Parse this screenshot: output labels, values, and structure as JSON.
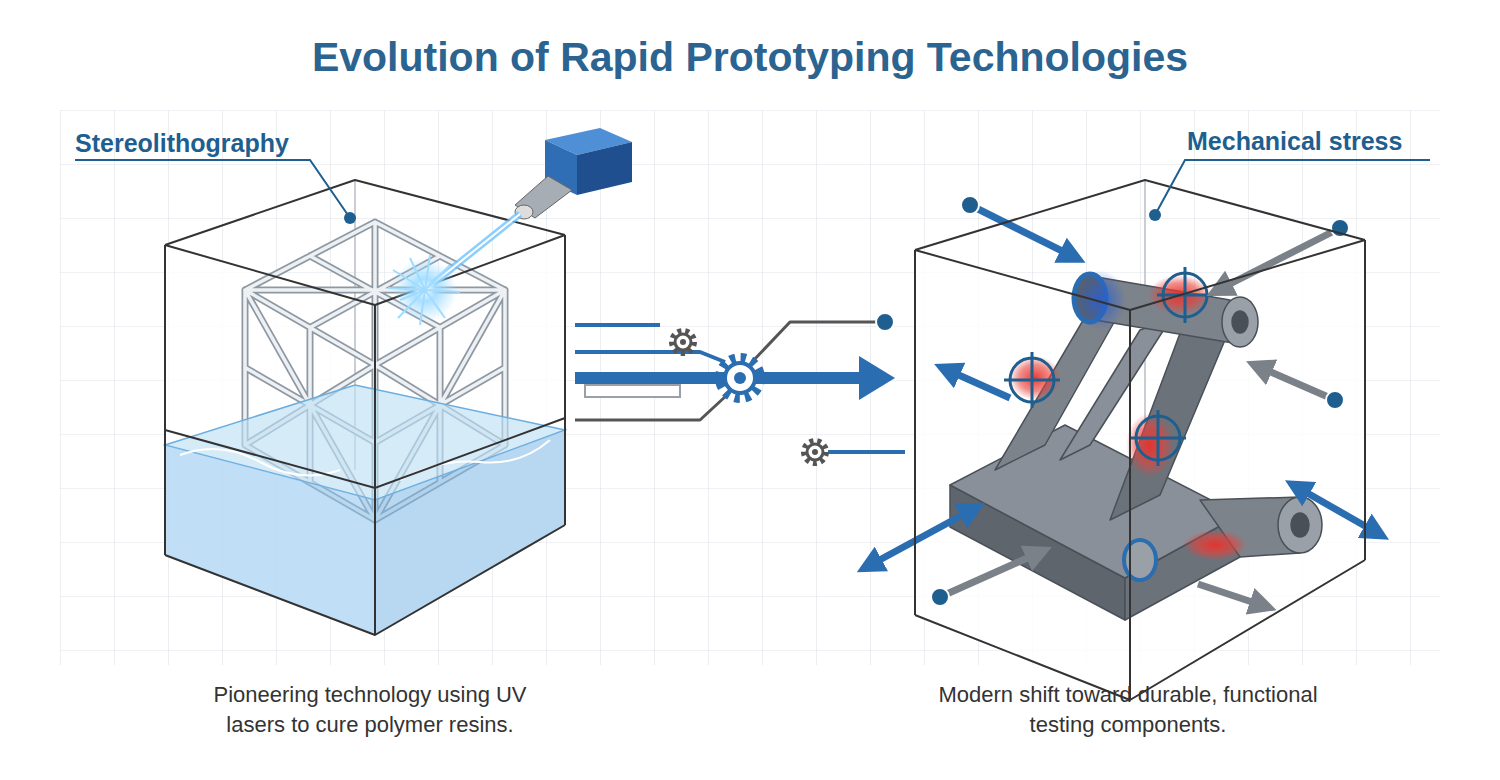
{
  "diagram": {
    "title": "Evolution of Rapid Prototyping Technologies",
    "nodes": [
      {
        "text": [
          "Stereolithography",
          "Pioneering technology using UV lasers to cure polymer resins."
        ]
      },
      {
        "text": [
          "Mechanical stress",
          "Modern shift toward durable, functional testing components."
        ]
      }
    ],
    "edges": [
      {
        "from": 0,
        "to": 1,
        "arrow": "to"
      }
    ]
  }
}
